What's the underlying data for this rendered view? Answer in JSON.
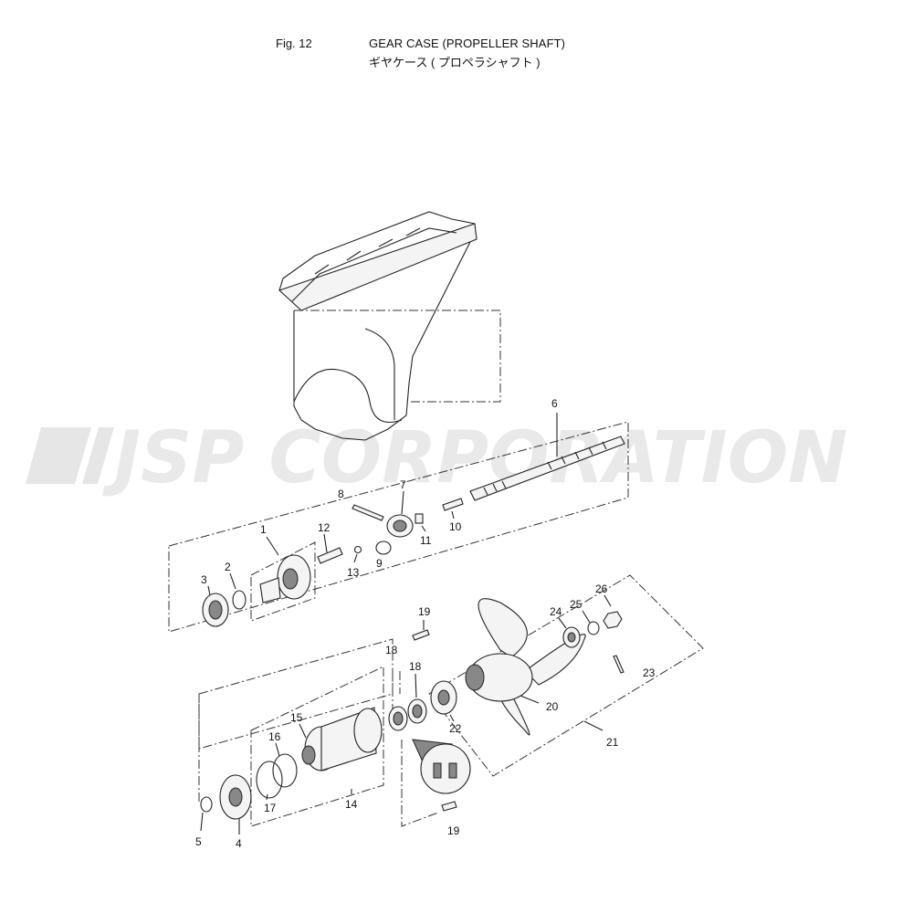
{
  "header": {
    "fig_number": "Fig. 12",
    "title_en": "GEAR CASE (PROPELLER SHAFT)",
    "title_jp": "ギヤケース ( プロペラシャフト )"
  },
  "watermark": {
    "text": "JSP CORPORATION"
  },
  "parts": {
    "p1": "1",
    "p2": "2",
    "p3": "3",
    "p4": "4",
    "p5": "5",
    "p6": "6",
    "p7": "7",
    "p8": "8",
    "p9": "9",
    "p10": "10",
    "p11": "11",
    "p12": "12",
    "p13": "13",
    "p14": "14",
    "p15": "15",
    "p16": "16",
    "p17": "17",
    "p18a": "18",
    "p18b": "18",
    "p19a": "19",
    "p19b": "19",
    "p20": "20",
    "p21": "21",
    "p22": "22",
    "p23": "23",
    "p24": "24",
    "p25": "25",
    "p26": "26"
  }
}
